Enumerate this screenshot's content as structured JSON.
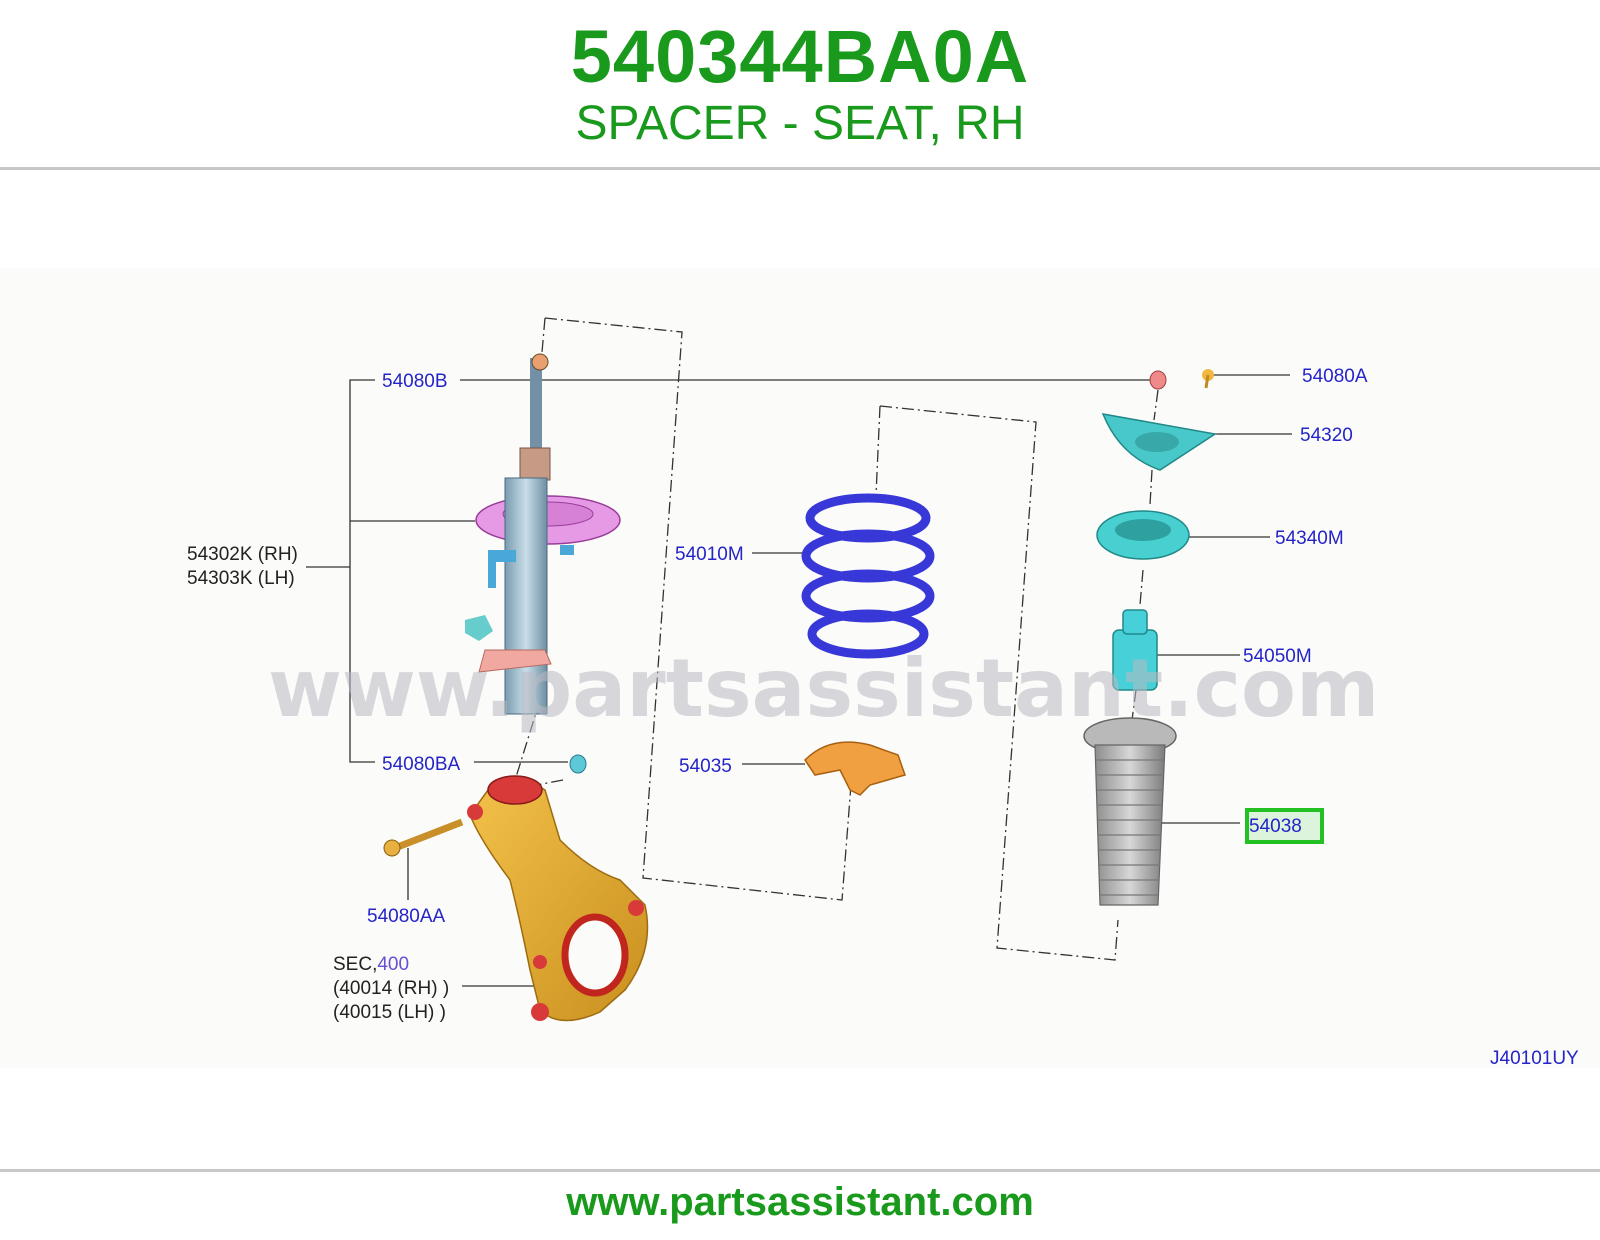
{
  "header": {
    "part_number": "540344BA0A",
    "description": "SPACER - SEAT, RH"
  },
  "diagram": {
    "watermark": "www.partsassistant.com",
    "code": "J40101UY",
    "labels": {
      "p54080B": "54080B",
      "p54302K": "54302K (RH)",
      "p54303K": "54303K (LH)",
      "p54080BA": "54080BA",
      "p54080AA": "54080AA",
      "sec_prefix": "SEC,",
      "sec_link": "400",
      "p40014": "(40014 (RH) )",
      "p40015": "(40015 (LH) )",
      "p54010M": "54010M",
      "p54035": "54035",
      "p54080A": "54080A",
      "p54320": "54320",
      "p54340M": "54340M",
      "p54050M": "54050M",
      "p54038": "54038"
    },
    "highlighted_part": "54038",
    "colors": {
      "label_blue": "#2424c8",
      "highlight_green": "#22c022",
      "title_green": "#199a1c"
    }
  },
  "footer": {
    "url": "www.partsassistant.com"
  }
}
